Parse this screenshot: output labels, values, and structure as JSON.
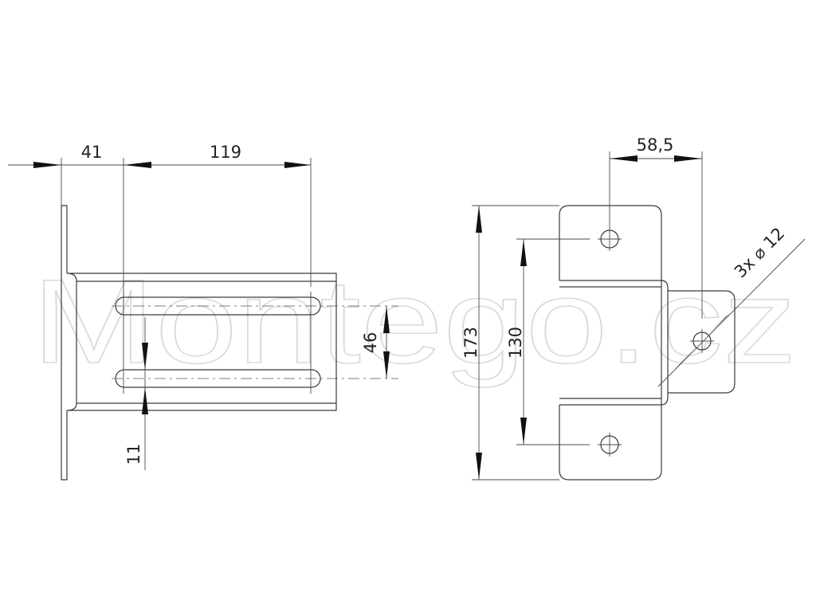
{
  "watermark": "Montego.cz",
  "side_view": {
    "dim_flange_offset": "41",
    "dim_slot_length": "119",
    "dim_slot_spacing": "46",
    "dim_slot_width": "11"
  },
  "front_view": {
    "dim_hole_offset": "58,5",
    "dim_total_height": "173",
    "dim_hole_spacing": "130",
    "dim_hole_diameter": "3x ⌀ 12"
  }
}
